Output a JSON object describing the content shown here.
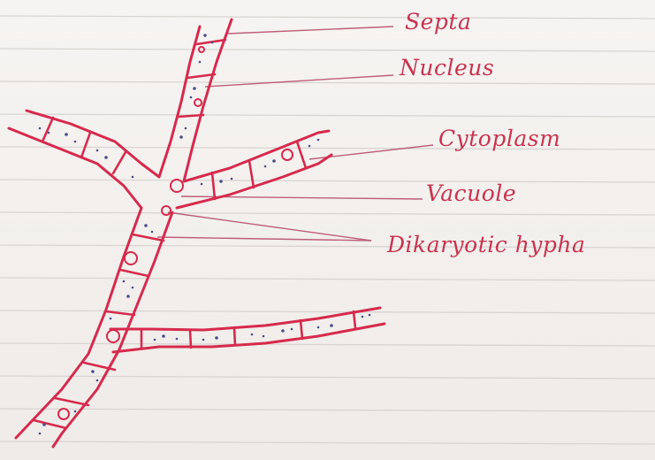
{
  "figure": {
    "ink_color": "#d62a4c",
    "pencil_color": "#b03a5c",
    "dot_color": "#4a4f8c",
    "paper_color": "#f4f1ef",
    "rule_color": "#d9d4d2",
    "labels": [
      {
        "id": "septa",
        "text": "Septa"
      },
      {
        "id": "nucleus",
        "text": "Nucleus"
      },
      {
        "id": "cytoplasm",
        "text": "Cytoplasm"
      },
      {
        "id": "vacuole",
        "text": "Vacuole"
      },
      {
        "id": "dikaryotic",
        "text": "Dikaryotic hypha"
      }
    ]
  }
}
